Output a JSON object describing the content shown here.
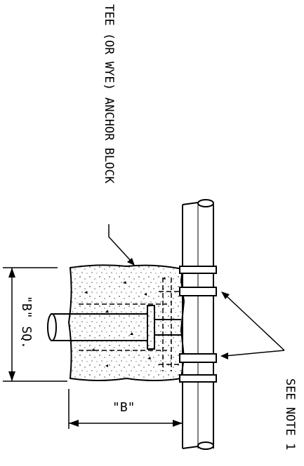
{
  "labels": {
    "anchor_block": "TEE (OR WYE) ANCHOR BLOCK",
    "see_note": "SEE NOTE 1",
    "b_square": "\"B\" SQ.",
    "b_dim": "\"B\""
  },
  "colors": {
    "line": "#000000",
    "background": "#ffffff"
  }
}
